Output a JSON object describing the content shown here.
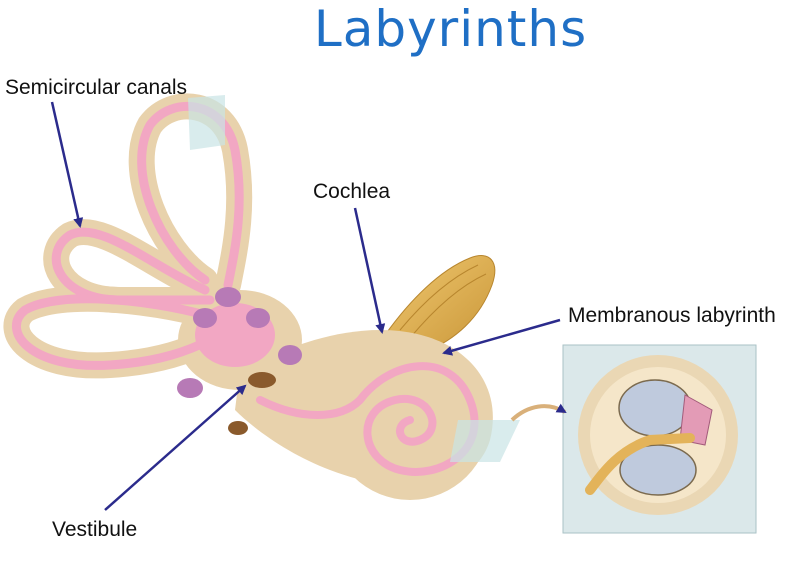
{
  "slide": {
    "title": "Labyrinths"
  },
  "labels": {
    "semicircular_canals": "Semicircular canals",
    "cochlea": "Cochlea",
    "membranous_labyrinth": "Membranous labyrinth",
    "vestibule": "Vestibule"
  },
  "colors": {
    "title": "#1f6fc5",
    "arrow": "#2b2b8c",
    "bone": "#e8d2ac",
    "membrane": "#f2a7c3",
    "nerve": "#e3b35a",
    "inset_background": "#dbe8ea"
  }
}
